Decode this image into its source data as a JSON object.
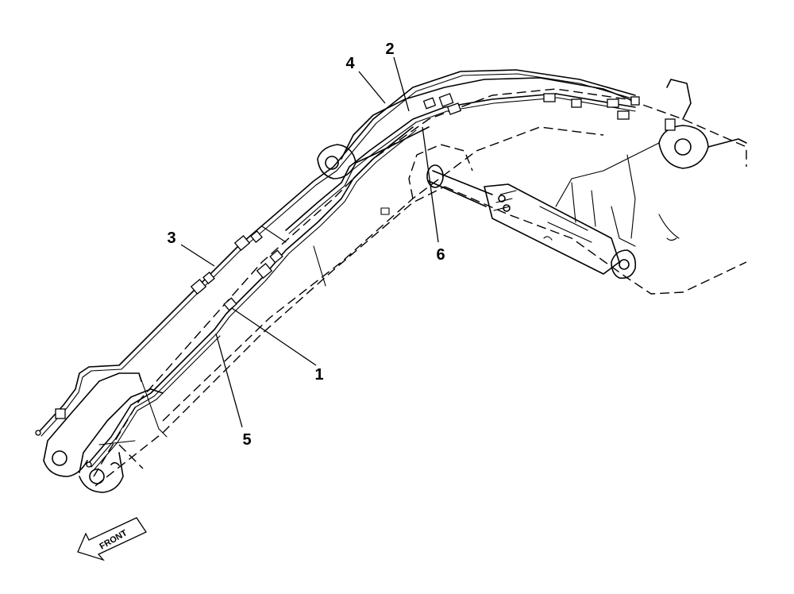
{
  "diagram": {
    "callouts": [
      {
        "id": "1",
        "label": "1"
      },
      {
        "id": "2",
        "label": "2"
      },
      {
        "id": "3",
        "label": "3"
      },
      {
        "id": "4",
        "label": "4"
      },
      {
        "id": "5",
        "label": "5"
      },
      {
        "id": "6",
        "label": "6"
      }
    ],
    "orientation_label": "FRONT",
    "icons": [
      "front-arrow-icon"
    ]
  }
}
